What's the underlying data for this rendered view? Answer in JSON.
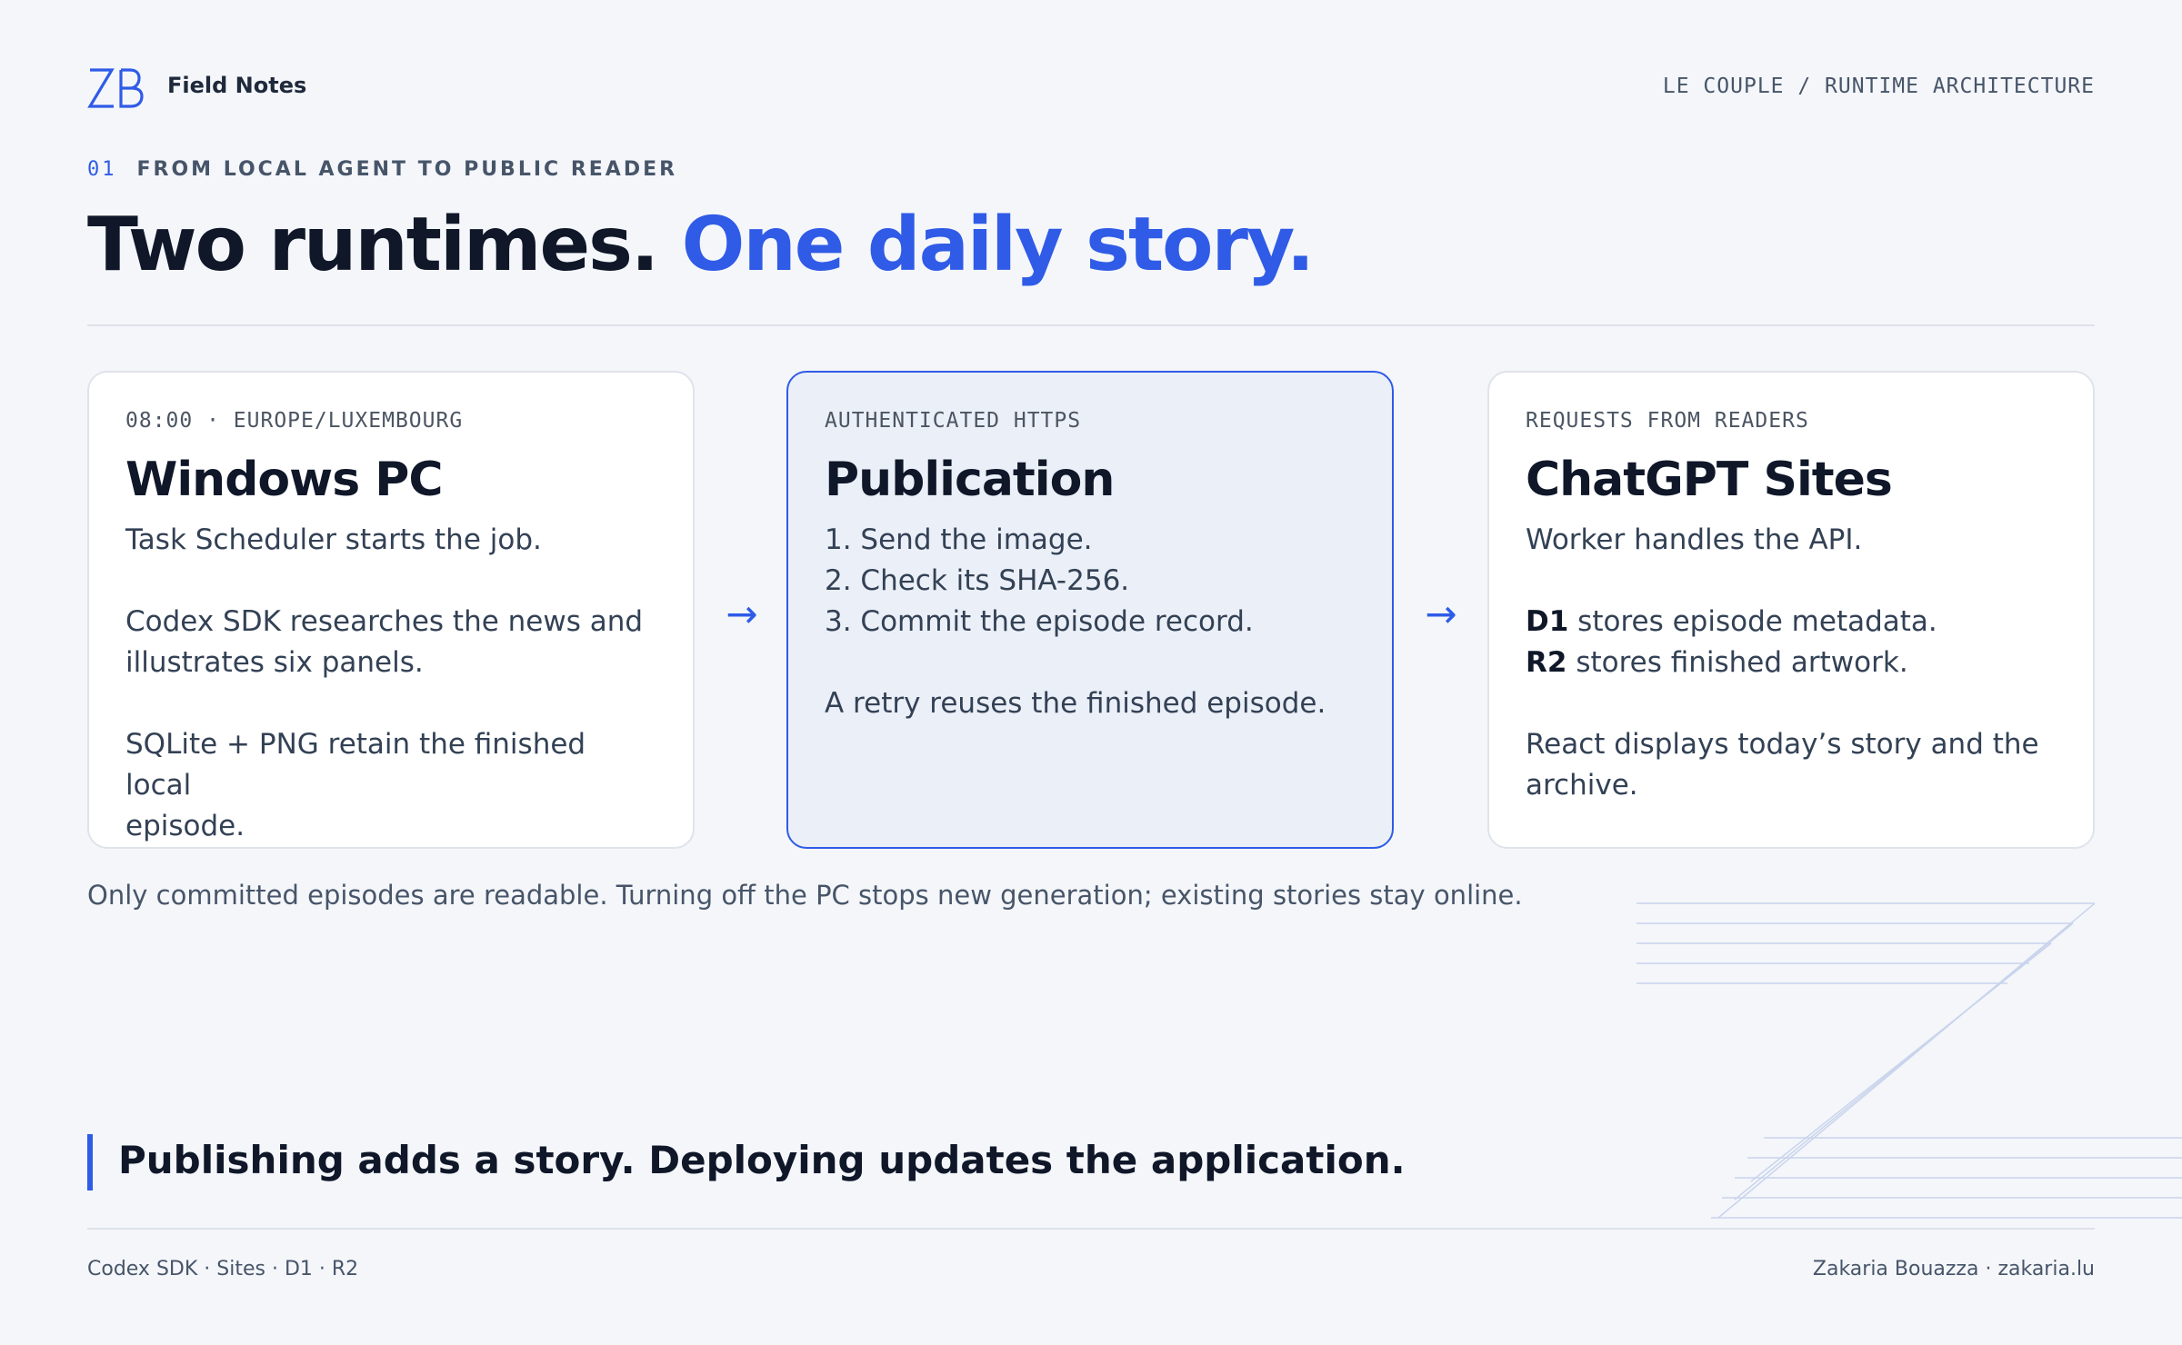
{
  "header": {
    "logo_text": "ZB",
    "brand": "Field Notes",
    "context": "LE COUPLE / RUNTIME ARCHITECTURE"
  },
  "section": {
    "number": "01",
    "eyebrow": "FROM LOCAL AGENT TO PUBLIC READER"
  },
  "title": {
    "main": "Two runtimes.",
    "accent": "One daily story."
  },
  "cards": [
    {
      "tag": "08:00 · EUROPE/LUXEMBOURG",
      "title": "Windows PC",
      "line1": "Task Scheduler starts the job.",
      "line2": "Codex SDK researches the news and",
      "line3": "illustrates six panels.",
      "line4": "SQLite + PNG retain the finished local",
      "line5": "episode."
    },
    {
      "tag": "AUTHENTICATED HTTPS",
      "title": "Publication",
      "step1": "1. Send the image.",
      "step2": "2. Check its SHA-256.",
      "step3": "3. Commit the episode record.",
      "retry": "A retry reuses the finished episode."
    },
    {
      "tag": "REQUESTS FROM READERS",
      "title": "ChatGPT Sites",
      "line1": "Worker handles the API.",
      "d1_label": "D1",
      "d1_text": "stores episode metadata.",
      "r2_label": "R2",
      "r2_text": "stores finished artwork.",
      "line4": "React displays today’s story and the",
      "line5": "archive."
    }
  ],
  "arrows": [
    "→",
    "→"
  ],
  "note": "Only committed episodes are readable. Turning off the PC stops new generation; existing stories stay online.",
  "quote": "Publishing adds a story. Deploying updates the application.",
  "footer": {
    "left": "Codex SDK · Sites · D1 · R2",
    "right": "Zakaria Bouazza · zakaria.lu"
  },
  "colors": {
    "accent": "#2f5be7",
    "background": "#f4f6fa",
    "text": "#0f1729",
    "muted": "#475569"
  }
}
